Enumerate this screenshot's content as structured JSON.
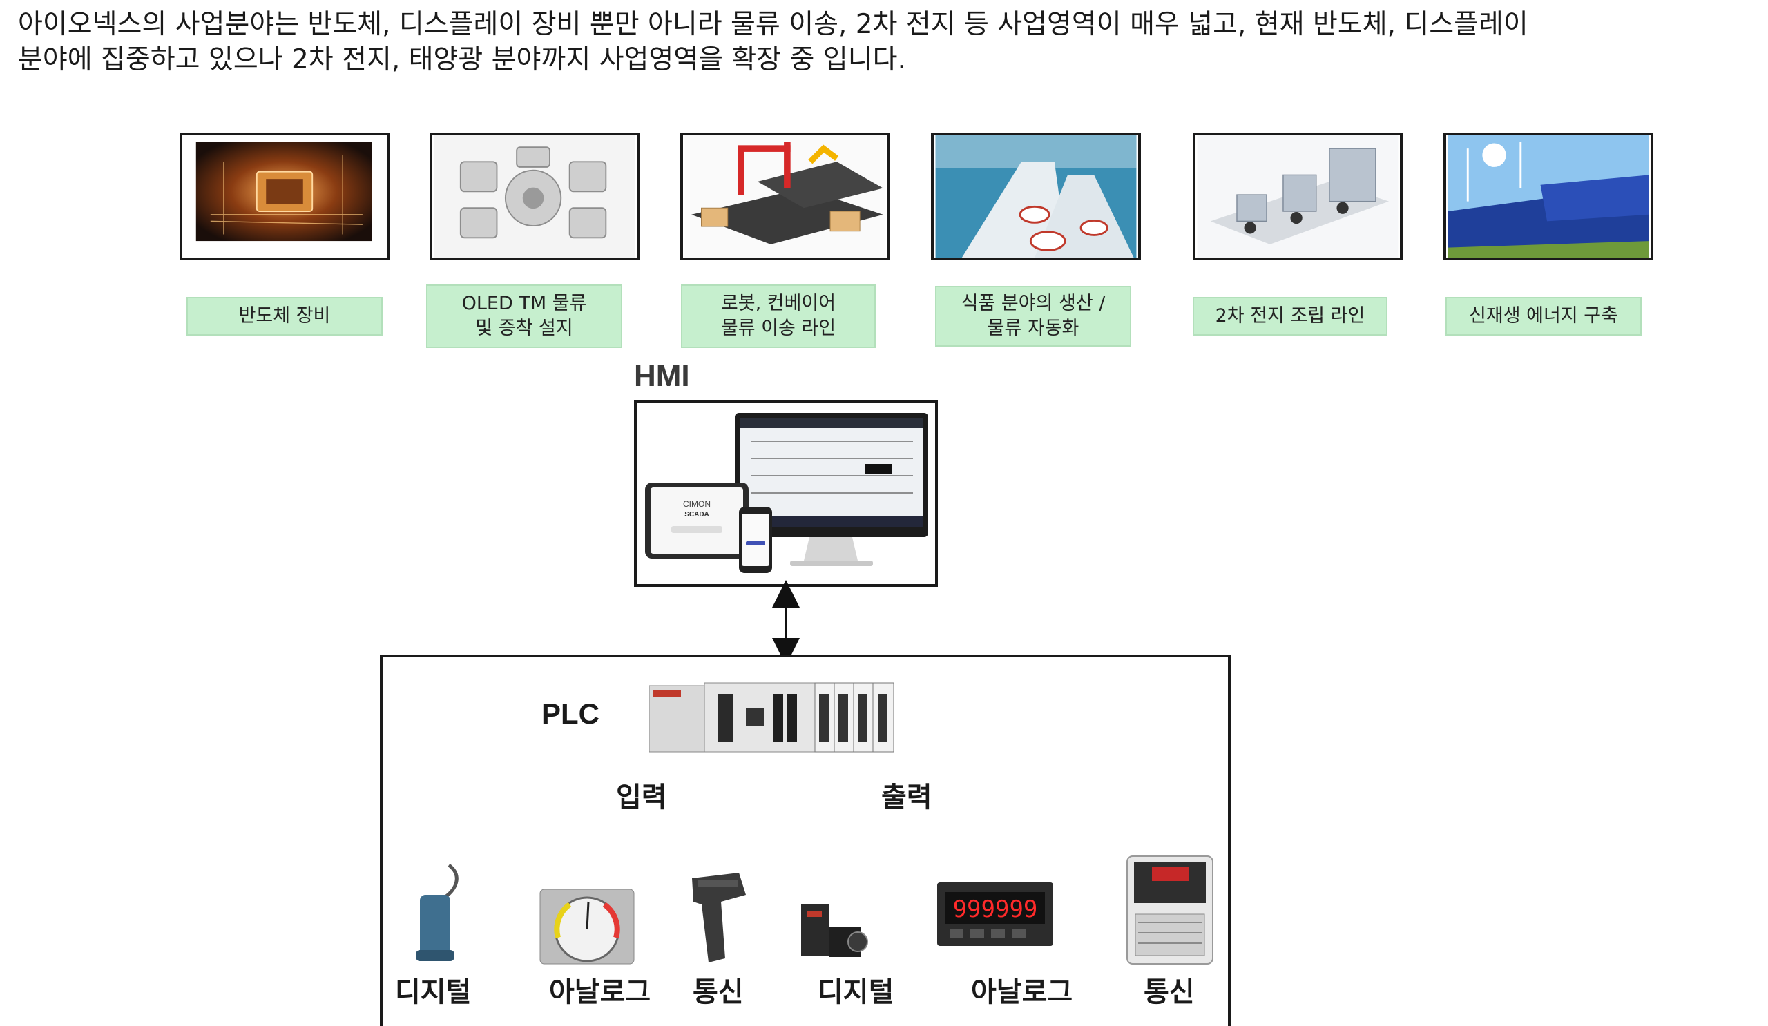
{
  "intro": {
    "line1": "아이오넥스의 사업분야는 반도체, 디스플레이 장비 뿐만 아니라 물류 이송, 2차 전지 등 사업영역이 매우 넓고, 현재 반도체, 디스플레이",
    "line2": "분야에 집중하고 있으나 2차 전지, 태양광 분야까지 사업영역을 확장 중 입니다."
  },
  "applications": [
    {
      "label": "반도체 장비",
      "icon": "semiconductor-chip-photo"
    },
    {
      "label": "OLED TM 물류 및 증착 설지",
      "icon": "oled-transfer-module-photo"
    },
    {
      "label": "로봇, 컨베이어 물류 이송 라인",
      "icon": "robot-conveyor-photo"
    },
    {
      "label": "식품 분야의 생산 / 물류 자동화",
      "icon": "food-production-line-photo"
    },
    {
      "label": "2차 전지 조립 라인",
      "icon": "battery-assembly-line-photo"
    },
    {
      "label": "신재생 에너지 구축",
      "icon": "solar-wind-energy-photo"
    }
  ],
  "hmi": {
    "title": "HMI",
    "brand": "CIMON",
    "product": "SCADA"
  },
  "plc": {
    "title": "PLC",
    "input_label": "입력",
    "output_label": "출력",
    "inputs": [
      {
        "label": "디지털",
        "icon": "proximity-sensor-icon"
      },
      {
        "label": "아날로그",
        "icon": "analog-gauge-icon"
      },
      {
        "label": "통신",
        "icon": "barcode-scanner-icon"
      }
    ],
    "outputs": [
      {
        "label": "디지털",
        "icon": "servo-motor-icon"
      },
      {
        "label": "아날로그",
        "icon": "digital-panel-meter-icon"
      },
      {
        "label": "통신",
        "icon": "inverter-drive-icon"
      }
    ],
    "meter_value": "999999"
  },
  "colors": {
    "caption_bg": "#c6efce",
    "frame": "#1a1a1a"
  }
}
